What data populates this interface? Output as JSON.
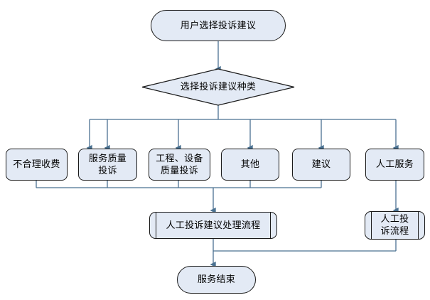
{
  "diagram": {
    "type": "flowchart",
    "title": "",
    "colors": {
      "node_fill": "#e3eaf5",
      "node_border": "#1a1a1a",
      "connector": "#4a7191",
      "background": "#ffffff"
    },
    "nodes": {
      "start": {
        "label": "用户选择投诉建议",
        "shape": "terminator"
      },
      "decision": {
        "label": "选择投诉建议种类",
        "shape": "diamond"
      },
      "category_1": {
        "label": "不合理收费",
        "shape": "rounded-rectangle"
      },
      "category_2": {
        "label": "服务质量\n投诉",
        "shape": "rounded-rectangle"
      },
      "category_3": {
        "label": "工程、设备\n质量投诉",
        "shape": "rounded-rectangle"
      },
      "category_4": {
        "label": "其他",
        "shape": "rounded-rectangle"
      },
      "category_5": {
        "label": "建议",
        "shape": "rounded-rectangle"
      },
      "category_6": {
        "label": "人工服务",
        "shape": "rounded-rectangle"
      },
      "process_main": {
        "label": "人工投诉建议处理流程",
        "shape": "predefined-process"
      },
      "process_manual": {
        "label": "人工投\n诉流程",
        "shape": "predefined-process"
      },
      "end": {
        "label": "服务结束",
        "shape": "terminator"
      }
    }
  }
}
